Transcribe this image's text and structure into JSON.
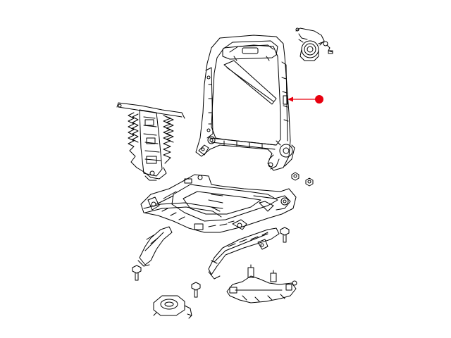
{
  "diagram": {
    "kind": "exploded-parts-illustration",
    "line_color": "#000000",
    "background_color": "#ffffff",
    "callout_color": "#e8000f",
    "parts": [
      "seat-back-frame",
      "recliner-motor",
      "lumbar-support-spring-mat",
      "seat-cushion-frame",
      "seat-track-adjuster",
      "mounting-bolt",
      "track-bolt",
      "wire-harness-bracket",
      "height-adjust-motor",
      "hex-nut"
    ],
    "callout": {
      "target": "seat-back-frame",
      "style": "arrow-with-dot"
    }
  }
}
